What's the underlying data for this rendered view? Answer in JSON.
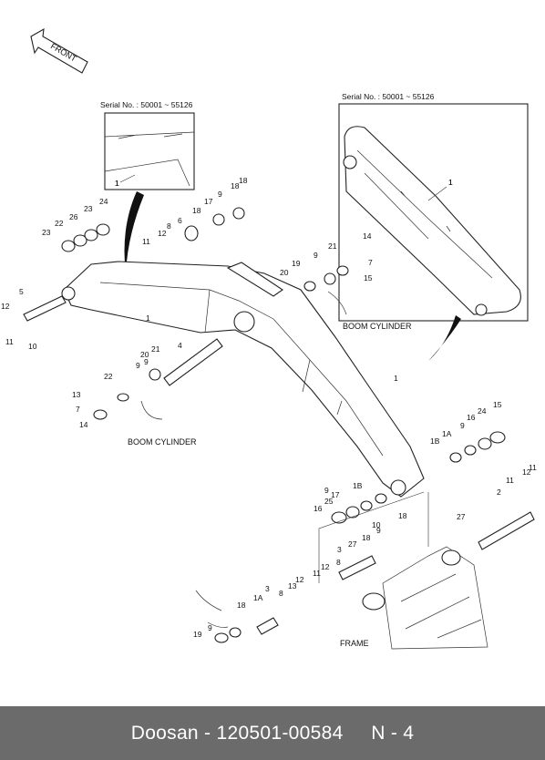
{
  "direction_label": "FRONT",
  "serial_left": "Serial No. : 50001 ~ 55126",
  "serial_right": "Serial No. : 50001 ~ 55126",
  "captions": {
    "boom_cylinder_right": "BOOM CYLINDER",
    "boom_cylinder_left": "BOOM CYLINDER",
    "frame": "FRAME"
  },
  "footer": {
    "brand": "Doosan",
    "separator": " - ",
    "part_number": "120501-00584",
    "page": "N - 4"
  },
  "part_labels": [
    "1",
    "1",
    "1",
    "1",
    "2",
    "3",
    "3",
    "4",
    "5",
    "6",
    "7",
    "7",
    "8",
    "8",
    "8",
    "9",
    "9",
    "9",
    "9",
    "9",
    "9",
    "9",
    "9",
    "10",
    "10",
    "11",
    "11",
    "11",
    "11",
    "11",
    "12",
    "12",
    "12",
    "12",
    "12",
    "13",
    "13",
    "14",
    "14",
    "15",
    "15",
    "16",
    "16",
    "17",
    "17",
    "18",
    "18",
    "18",
    "18",
    "18",
    "18",
    "19",
    "19",
    "20",
    "20",
    "21",
    "21",
    "22",
    "22",
    "23",
    "23",
    "24",
    "24",
    "25",
    "26",
    "27",
    "27",
    "1A",
    "1A",
    "1B",
    "1B"
  ],
  "colors": {
    "ink": "#222222",
    "paper": "#ffffff",
    "footer_bg": "#6b6b6b",
    "footer_text": "#ffffff"
  }
}
